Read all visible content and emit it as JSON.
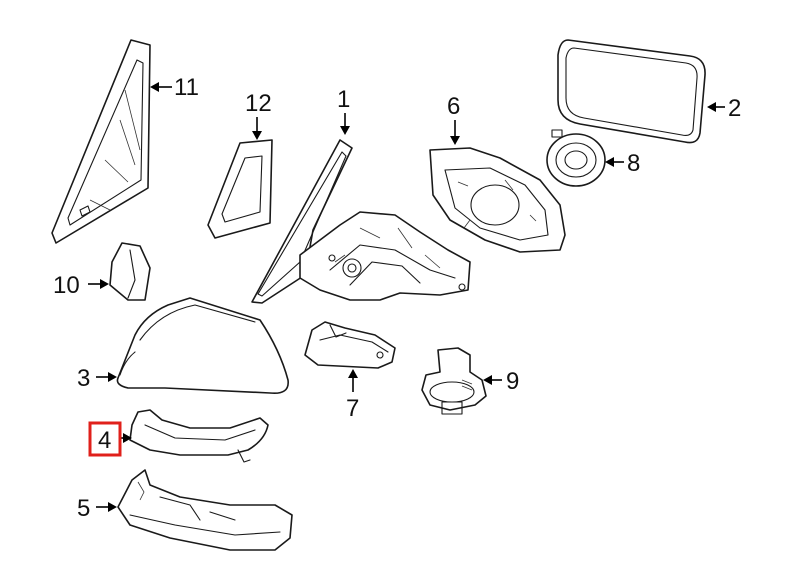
{
  "callouts": {
    "c1": "1",
    "c2": "2",
    "c3": "3",
    "c4": "4",
    "c5": "5",
    "c6": "6",
    "c7": "7",
    "c8": "8",
    "c9": "9",
    "c10": "10",
    "c11": "11",
    "c12": "12"
  },
  "highlight": {
    "callout": "4",
    "color": "#e0201b"
  },
  "colors": {
    "line": "#1a1a1a",
    "background": "#ffffff"
  }
}
